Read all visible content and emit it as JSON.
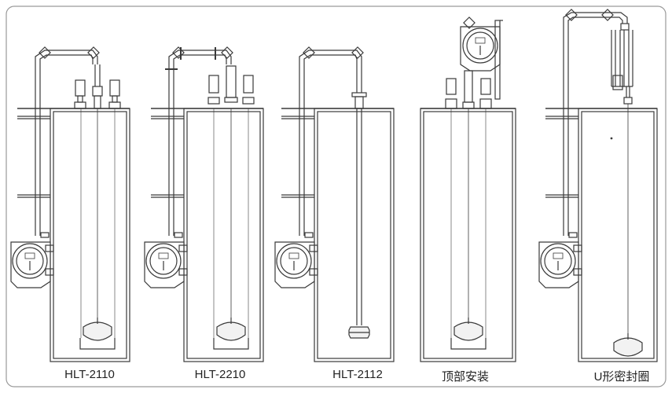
{
  "figure": {
    "title": "",
    "colors": {
      "line": "#3a3a3a",
      "frame": "#9a9a9a",
      "fill": "#f2f2f2"
    },
    "variants": [
      {
        "id": "v1",
        "label": "HLT-2110"
      },
      {
        "id": "v2",
        "label": "HLT-2210"
      },
      {
        "id": "v3",
        "label": "HLT-2112"
      },
      {
        "id": "v4",
        "label": "顶部安装"
      },
      {
        "id": "v5",
        "label": "U形密封圈"
      }
    ]
  }
}
